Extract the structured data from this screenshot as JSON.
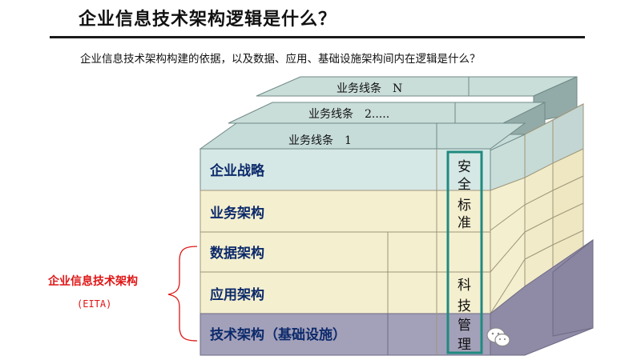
{
  "title": "企业信息技术架构逻辑是什么？",
  "subtitle": "企业信息技术架构构建的依据，以及数据、应用、基础设施架构间内在逻辑是什么？",
  "business_lines": [
    "业务线条　N",
    "业务线条　2.....",
    "业务线条　1"
  ],
  "layers": [
    "企业战略",
    "业务架构",
    "数据架构",
    "应用架构",
    "技术架构（基础设施）"
  ],
  "vertical_column": {
    "top_chars": [
      "安",
      "全",
      "标",
      "准"
    ],
    "bottom_chars": [
      "科",
      "技",
      "管",
      "理"
    ]
  },
  "eita": {
    "name": "企业信息技术架构",
    "abbr": "(EITA)"
  },
  "colors": {
    "top_face": "#c6dcd9",
    "strategy_layer": "#d6e8e5",
    "business_layer": "#f4efcf",
    "tech_layer": "#a3a0b9",
    "column_border": "#1f8a80",
    "layer_text": "#0c2a6b",
    "eita_text": "#e01515"
  }
}
